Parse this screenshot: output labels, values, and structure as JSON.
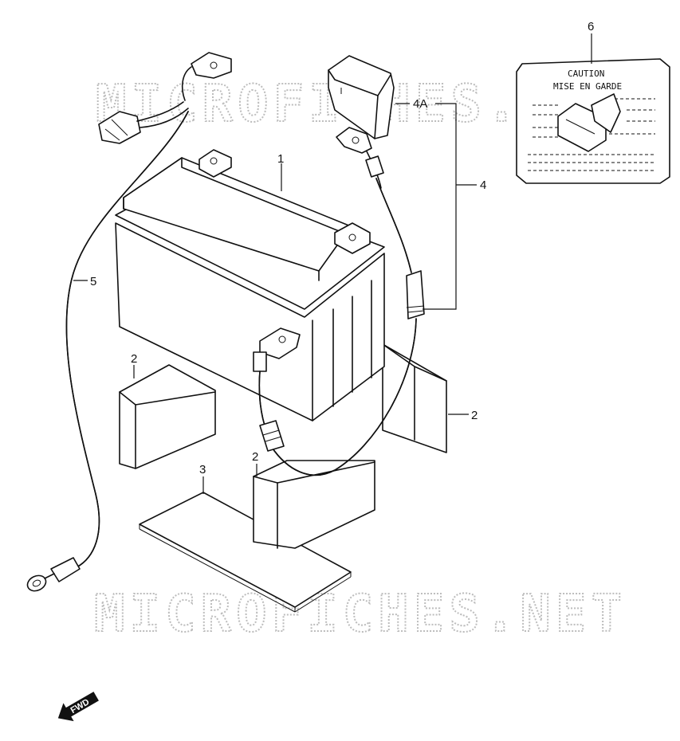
{
  "callouts": {
    "c1": "1",
    "c2a": "2",
    "c2b": "2",
    "c2c": "2",
    "c3": "3",
    "c4": "4",
    "c4a": "4A",
    "c5": "5",
    "c6": "6"
  },
  "caution_label": {
    "line1": "CAUTION",
    "line2": "MISE EN GARDE"
  },
  "watermark": {
    "top": "MICROFICHES.NET",
    "bottom": "MICROFICHES.NET"
  },
  "direction_badge": "FWD",
  "colors": {
    "line": "#111111",
    "watermark": "#bdbdbd",
    "background": "#ffffff"
  }
}
